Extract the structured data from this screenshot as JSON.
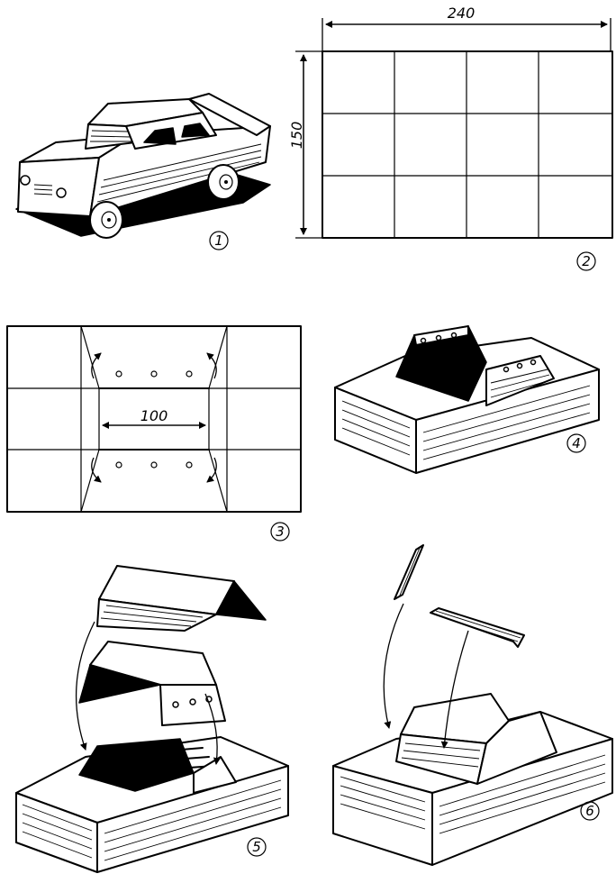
{
  "dimensions": {
    "sheet_width": "240",
    "sheet_height": "150",
    "cabin_width": "100"
  },
  "figures": [
    {
      "label": "1"
    },
    {
      "label": "2"
    },
    {
      "label": "3"
    },
    {
      "label": "4"
    },
    {
      "label": "5"
    },
    {
      "label": "6"
    }
  ]
}
